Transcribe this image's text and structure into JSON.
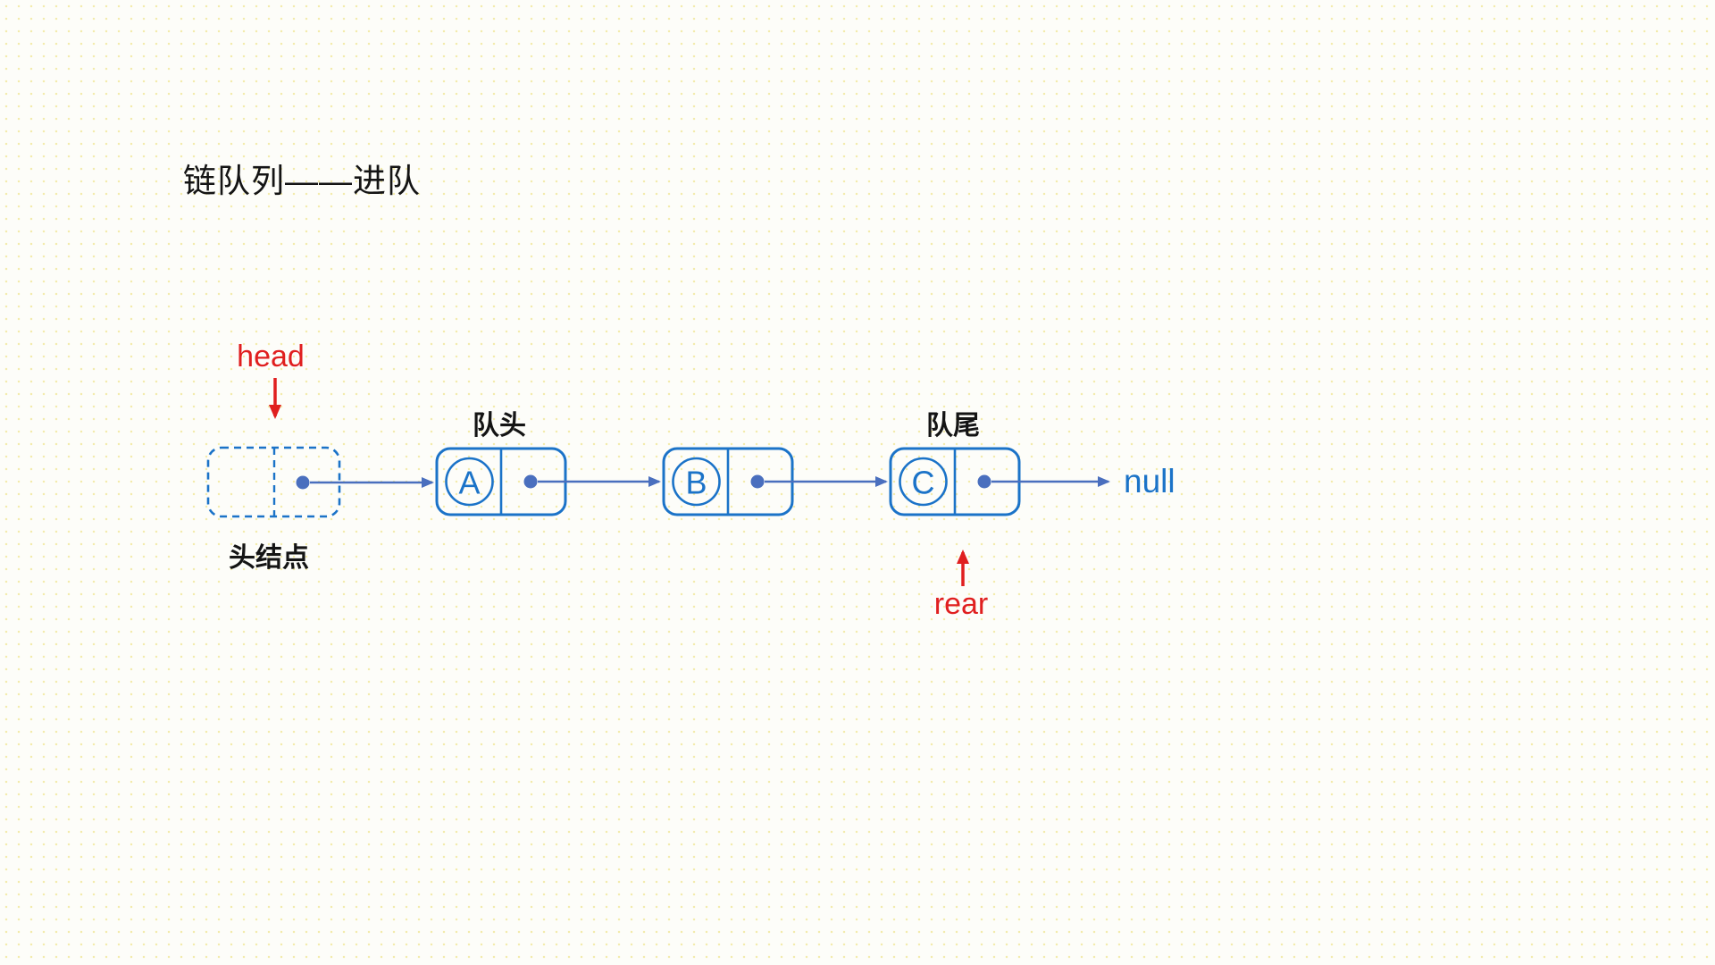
{
  "title": "链队列——进队",
  "pointers": {
    "head": "head",
    "rear": "rear",
    "null": "null"
  },
  "labels": {
    "front": "队头",
    "tail": "队尾",
    "head_node": "头结点"
  },
  "nodes": [
    {
      "value": "A"
    },
    {
      "value": "B"
    },
    {
      "value": "C"
    }
  ],
  "colors": {
    "node_border": "#1b73c8",
    "link_arrow": "#4a6fbe",
    "pointer_red": "#e01f1f",
    "text": "#141414",
    "background": "#fdfdf9",
    "grid_dot": "#eee282"
  }
}
